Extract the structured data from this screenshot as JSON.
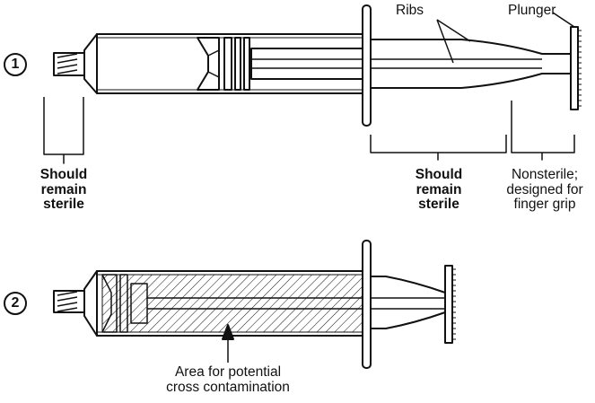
{
  "figure": {
    "step_1": {
      "number": "1",
      "labels": {
        "ribs": "Ribs",
        "plunger": "Plunger",
        "tip_sterile": [
          "Should",
          "remain",
          "sterile"
        ],
        "plunger_shaft_sterile": [
          "Should",
          "remain",
          "sterile"
        ],
        "grip_nonsterile": [
          "Nonsterile;",
          "designed for",
          "finger grip"
        ]
      }
    },
    "step_2": {
      "number": "2",
      "labels": {
        "contamination": [
          "Area for potential",
          "cross contamination"
        ]
      }
    }
  },
  "colors": {
    "ink": "#111111",
    "background": "#ffffff",
    "hatch": "#111111"
  }
}
